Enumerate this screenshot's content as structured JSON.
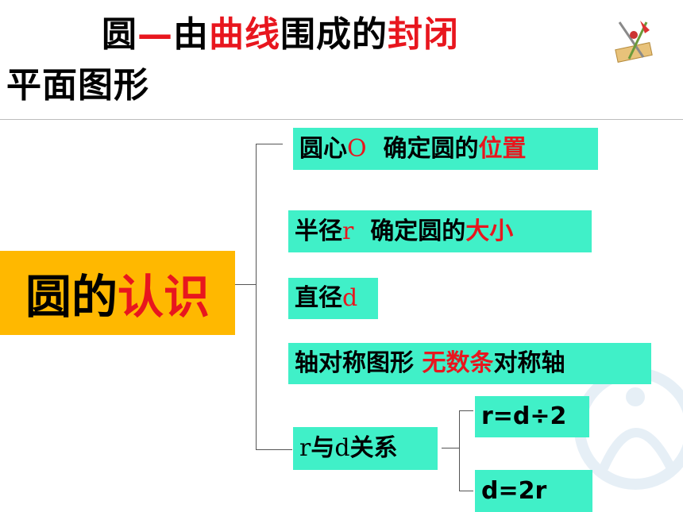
{
  "title": {
    "part1": "圆",
    "dash": "—",
    "part2": "由",
    "part3": "曲线",
    "part4": "围成的",
    "part5": "封闭",
    "line2": "平面图形"
  },
  "main": {
    "part1": "圆的",
    "part2": "认识"
  },
  "branches": {
    "center": {
      "label": "圆心",
      "symbol": "O",
      "gap": "  确定圆的",
      "red": "位置"
    },
    "radius": {
      "label": "半径",
      "symbol": "r",
      "gap": "  确定圆的",
      "red": "大小"
    },
    "diameter": {
      "label": "直径",
      "symbol": "d"
    },
    "symmetry": {
      "label": "轴对称图形 ",
      "red": "无数条",
      "tail": "对称轴"
    },
    "relation": {
      "sym1": "r",
      "mid": "与",
      "sym2": "d",
      "tail": "关系"
    }
  },
  "formulas": {
    "f1": "r=d÷2",
    "f2": "d=2r"
  },
  "colors": {
    "accent_red": "#e8161e",
    "box_teal": "#40f0c8",
    "main_orange": "#ffb800"
  }
}
